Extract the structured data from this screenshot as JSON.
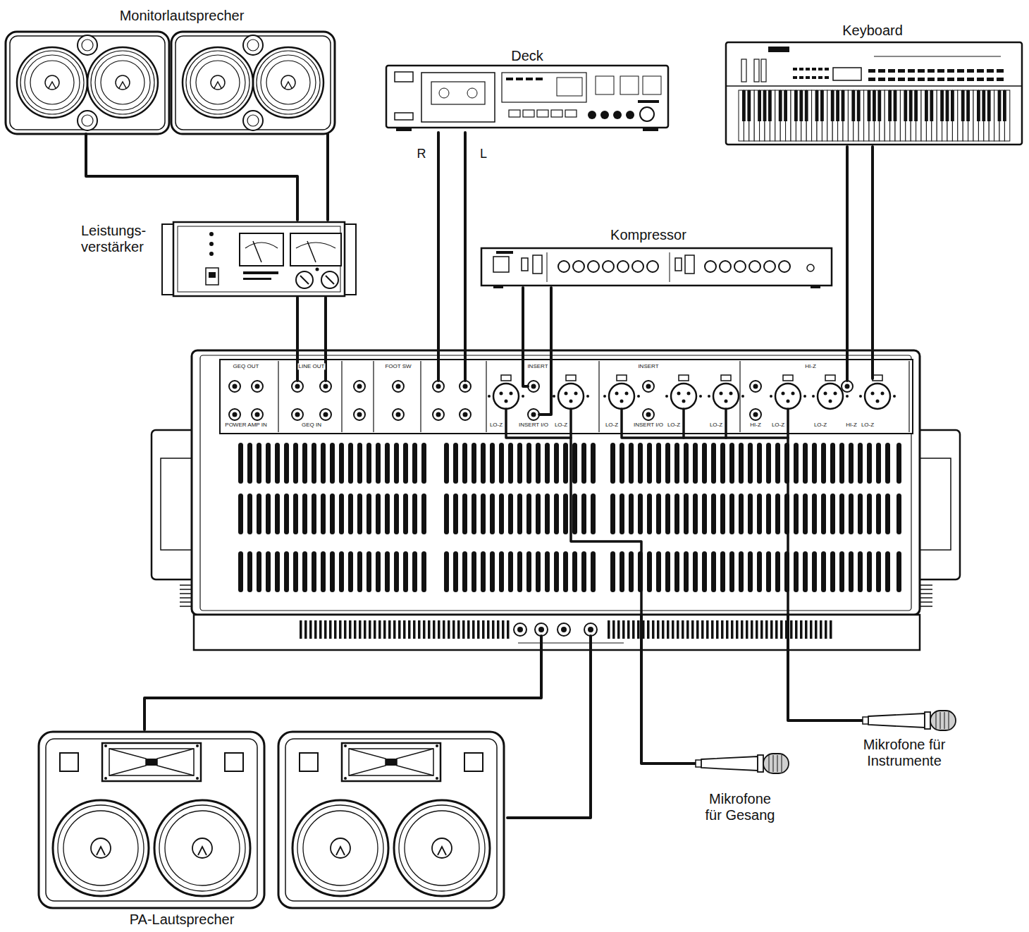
{
  "diagram": {
    "nodes": [
      {
        "text": [
          "Monitorlautsprecher"
        ]
      },
      {
        "text": [
          "Deck"
        ]
      },
      {
        "text": [
          "Keyboard"
        ]
      },
      {
        "text": [
          "Leistungs- verstärker"
        ]
      },
      {
        "text": [
          "Kompressor"
        ]
      },
      {
        "text": [
          "GEQ OUT",
          "LINE OUT",
          "POWER AMP IN",
          "GEQ IN",
          "FOOT SW",
          "INSERT",
          "INSERT I/O",
          "INSERT",
          "INSERT I/O",
          "HI-Z",
          "HI-Z",
          "HI-Z",
          "LO-Z",
          "LO-Z",
          "LO-Z",
          "LO-Z",
          "LO-Z",
          "LO-Z",
          "LO-Z",
          "LO-Z"
        ]
      },
      {
        "text": [
          "Mikrofone für Instrumente"
        ]
      },
      {
        "text": [
          "Mikrofone für Gesang"
        ]
      },
      {
        "text": [
          "PA-Lautsprecher"
        ]
      }
    ],
    "edges": [
      {
        "from": 3,
        "to": 0,
        "arrow": "none"
      },
      {
        "from": 3,
        "to": 0,
        "arrow": "none"
      },
      {
        "from": 5,
        "to": 3,
        "arrow": "none"
      },
      {
        "from": 5,
        "to": 3,
        "arrow": "none"
      },
      {
        "from": 1,
        "to": 5,
        "label": "R",
        "arrow": "none"
      },
      {
        "from": 1,
        "to": 5,
        "label": "L",
        "arrow": "none"
      },
      {
        "from": 5,
        "to": 4,
        "arrow": "none"
      },
      {
        "from": 5,
        "to": 4,
        "arrow": "none"
      },
      {
        "from": 2,
        "to": 5,
        "arrow": "none"
      },
      {
        "from": 2,
        "to": 5,
        "arrow": "none"
      },
      {
        "from": 5,
        "to": 8,
        "arrow": "none"
      },
      {
        "from": 5,
        "to": 8,
        "arrow": "none"
      },
      {
        "from": 7,
        "to": 5,
        "arrow": "none"
      },
      {
        "from": 6,
        "to": 5,
        "arrow": "none"
      }
    ]
  }
}
